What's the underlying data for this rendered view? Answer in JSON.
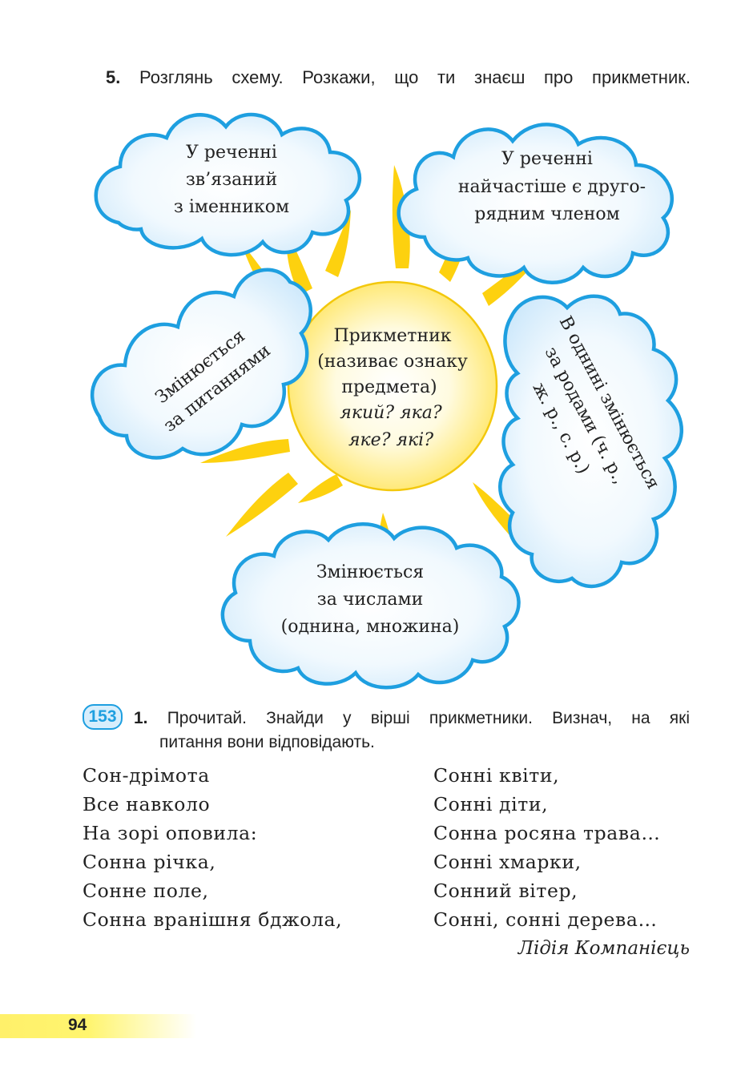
{
  "task": {
    "number": "5.",
    "text": "Розглянь схему. Розкажи, що ти знаєш про прикметник."
  },
  "scheme": {
    "center": {
      "line1": "Прикметник",
      "line2": "(називає ознаку",
      "line3": "предмета)",
      "line4": "який? яка?",
      "line5": "яке? які?"
    },
    "clouds": [
      {
        "lines": [
          "У реченні",
          "зв’язаний",
          "з іменником"
        ]
      },
      {
        "lines": [
          "У реченні",
          "найчастіше є друго-",
          "рядним членом"
        ]
      },
      {
        "lines": [
          "Змінюється",
          "за питаннями"
        ]
      },
      {
        "lines": [
          "В однині змінюється",
          "за родами (ч. р.,",
          "ж. р., с. р.)"
        ]
      },
      {
        "lines": [
          "Змінюється",
          "за числами",
          "(однина, множина)"
        ]
      }
    ],
    "colors": {
      "cloud_border": "#1e9fe0",
      "cloud_fill": "#e2f3fd",
      "sun": "#fdd10f",
      "sun_core": "#fff9cf"
    }
  },
  "exercise": {
    "badge": "153",
    "number": "1.",
    "line1": "Прочитай. Знайди у вірші прикметники. Визнач, на які",
    "line2": "питання вони відповідають."
  },
  "poem": {
    "left": [
      "Сон-дрімота",
      "Все навколо",
      "На зорі оповила:",
      "Сонна річка,",
      "Сонне поле,",
      "Сонна вранішня бджола,"
    ],
    "right": [
      "Сонні квіти,",
      "Сонні діти,",
      "Сонна росяна трава…",
      "Сонні хмарки,",
      "Сонний вітер,",
      "Сонні, сонні дерева…"
    ],
    "author": "Лідія Компанієць"
  },
  "page_number": "94"
}
